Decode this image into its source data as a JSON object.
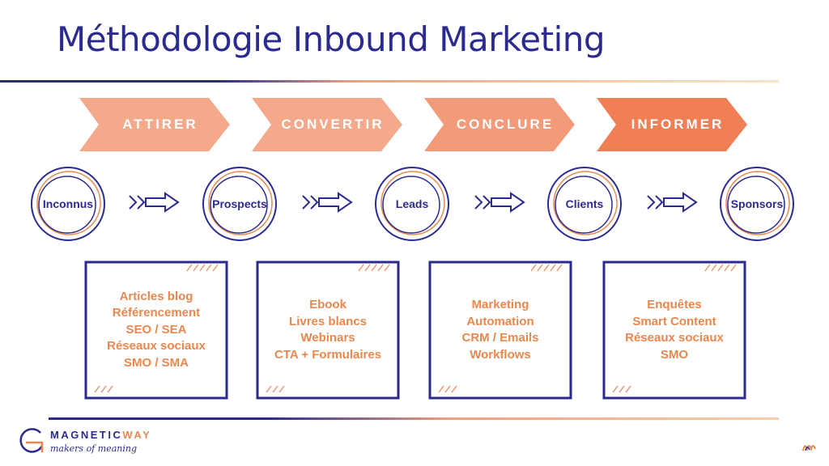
{
  "title": "Méthodologie Inbound Marketing",
  "phases": [
    {
      "label": "ATTIRER",
      "color": "#f4a98a"
    },
    {
      "label": "CONVERTIR",
      "color": "#f4a98a"
    },
    {
      "label": "CONCLURE",
      "color": "#f39a79"
    },
    {
      "label": "INFORMER",
      "color": "#f07f56"
    }
  ],
  "stages": [
    "Inconnus",
    "Prospects",
    "Leads",
    "Clients",
    "Sponsors"
  ],
  "boxes": [
    {
      "items": [
        "Articles blog",
        "Référencement",
        "SEO / SEA",
        "Réseaux sociaux",
        "SMO / SMA"
      ]
    },
    {
      "items": [
        "Ebook",
        "Livres blancs",
        "Webinars",
        "CTA + Formulaires"
      ]
    },
    {
      "items": [
        "Marketing",
        "Automation",
        "CRM / Emails",
        "Workflows"
      ]
    },
    {
      "items": [
        "Enquêtes",
        "Smart Content",
        "Réseaux sociaux",
        "SMO"
      ]
    }
  ],
  "footer": {
    "brand_main": "MAGNETIC",
    "brand_accent": "WAY",
    "tagline": "makers of meaning"
  },
  "colors": {
    "navy": "#2b2a8f",
    "orange": "#e8884f"
  }
}
